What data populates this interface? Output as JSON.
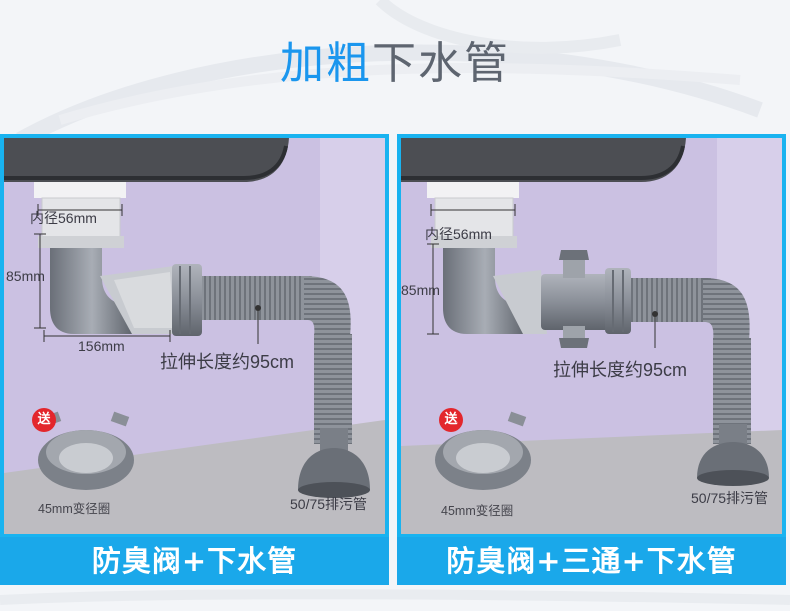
{
  "title": {
    "highlight": "加粗",
    "rest": "下水管"
  },
  "colors": {
    "accent": "#19b3f0",
    "footer": "#1aa8ea",
    "badge": "#e3262c",
    "wall": "#cbc1e2"
  },
  "panels": [
    {
      "inner_diameter": "内径56mm",
      "height": "85mm",
      "width": "156mm",
      "stretch": "拉伸长度约95cm",
      "drain": "50/75排污管",
      "gift_badge": "送",
      "gift_label": "45mm变径圈",
      "footer": "防臭阀+下水管"
    },
    {
      "inner_diameter": "内径56mm",
      "height": "85mm",
      "stretch": "拉伸长度约95cm",
      "drain": "50/75排污管",
      "gift_badge": "送",
      "gift_label": "45mm变径圈",
      "footer": "防臭阀+三通+下水管"
    }
  ]
}
